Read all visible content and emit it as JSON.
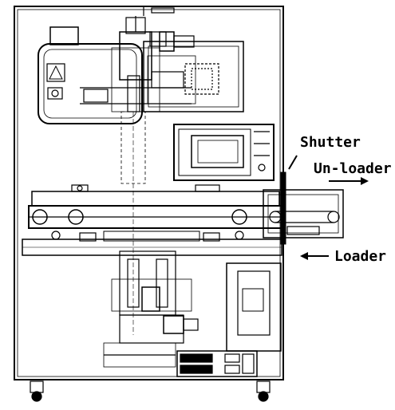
{
  "labels": {
    "shutter": "Shutter",
    "unloader": "Un-loader",
    "loader": "Loader"
  },
  "colors": {
    "line": "#000000",
    "background": "#ffffff",
    "dim": "#555555"
  },
  "icons": {
    "unloader_arrow": "arrow-right",
    "loader_arrow": "arrow-left",
    "shutter_pointer": "slash"
  }
}
